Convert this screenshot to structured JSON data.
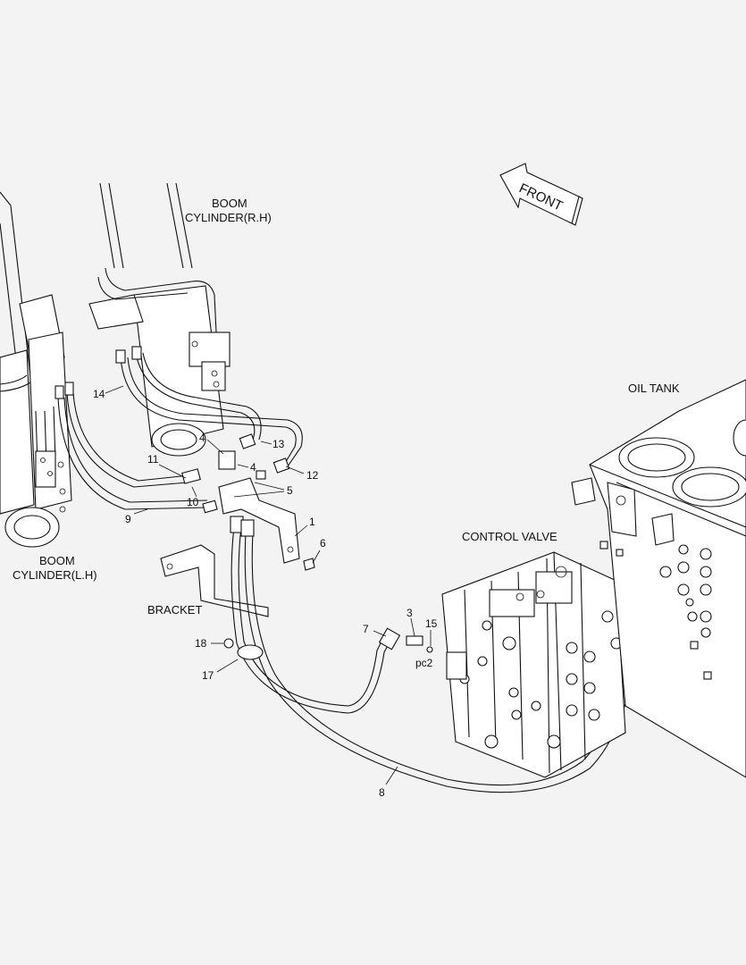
{
  "labels": {
    "boom_cylinder_rh": [
      "BOOM",
      "CYLINDER(R.H)"
    ],
    "boom_cylinder_lh": [
      "BOOM",
      "CYLINDER(L.H)"
    ],
    "oil_tank": "OIL TANK",
    "control_valve": "CONTROL VALVE",
    "bracket": "BRACKET",
    "front": "FRONT",
    "port": "pc2"
  },
  "parts": [
    "1",
    "3",
    "4",
    "4",
    "5",
    "6",
    "7",
    "8",
    "9",
    "10",
    "11",
    "12",
    "13",
    "14",
    "15",
    "17",
    "18"
  ]
}
